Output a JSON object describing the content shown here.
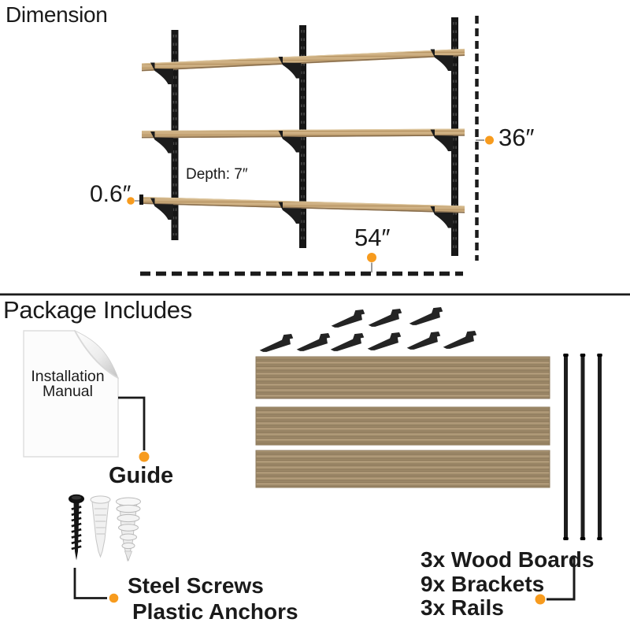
{
  "colors": {
    "accent": "#F79B1E",
    "ink": "#1B1B1B",
    "shelf_wood": "#C9A97B",
    "board_wood": "#A6916F"
  },
  "dimension_section": {
    "title": "Dimension",
    "labels": {
      "height": "36″",
      "width": "54″",
      "thickness": "0.6″",
      "depth": "Depth: 7″"
    }
  },
  "package_section": {
    "title": "Package Includes",
    "manual": {
      "line1": "Installation",
      "line2": "Manual",
      "label": "Guide"
    },
    "hardware": {
      "line1": "Steel Screws",
      "line2": "Plastic Anchors"
    },
    "contents": {
      "boards": "3x Wood Boards",
      "brackets": "9x Brackets",
      "rails": "3x Rails"
    },
    "counts": {
      "boards": 3,
      "brackets": 9,
      "rails": 3
    }
  },
  "icons": {
    "manual": "installation-manual-icon",
    "screw": "steel-screw-icon",
    "anchor": "plastic-anchor-icon",
    "bracket": "shelf-bracket-icon",
    "rail": "wall-rail-icon",
    "board": "wood-board-icon",
    "dot": "callout-dot"
  }
}
